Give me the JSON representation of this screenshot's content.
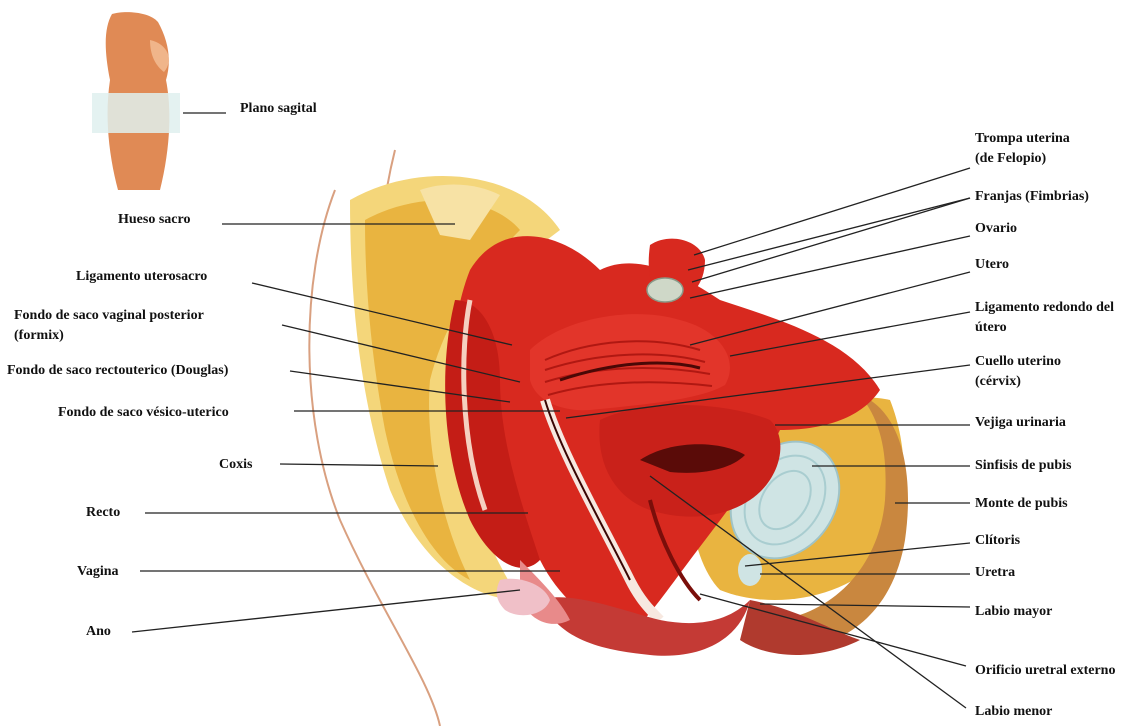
{
  "colors": {
    "muscle": "#d8291f",
    "muscle_dark": "#a8140f",
    "fat": "#e9b440",
    "fat_light": "#f4d67a",
    "bone": "#cfe4e4",
    "skin": "#f3c7a2",
    "line": "#222222"
  },
  "labels": {
    "plano_sagital": "Plano sagital",
    "hueso_sacro": "Hueso sacro",
    "ligamento_uterosacro": "Ligamento uterosacro",
    "fondo_vaginal_posterior_1": "Fondo de saco vaginal posterior",
    "fondo_vaginal_posterior_2": "(formix)",
    "fondo_rectouterico": "Fondo de saco rectouterico (Douglas)",
    "fondo_vesicouterico": "Fondo de saco vésico-uterico",
    "coxis": "Coxis",
    "recto": "Recto",
    "vagina": "Vagina",
    "ano": "Ano",
    "trompa_1": "Trompa uterina",
    "trompa_2": "(de Felopio)",
    "franjas": "Franjas (Fimbrias)",
    "ovario": "Ovario",
    "utero": "Utero",
    "ligamento_redondo_1": "Ligamento redondo del",
    "ligamento_redondo_2": "útero",
    "cuello_1": "Cuello uterino",
    "cuello_2": "(cérvix)",
    "vejiga": "Vejiga urinaria",
    "sinfisis": "Sinfisis de pubis",
    "monte": "Monte de pubis",
    "clitoris": "Clítoris",
    "uretra": "Uretra",
    "labio_mayor": "Labio mayor",
    "orificio": "Orificio uretral externo",
    "labio_menor": "Labio menor"
  }
}
